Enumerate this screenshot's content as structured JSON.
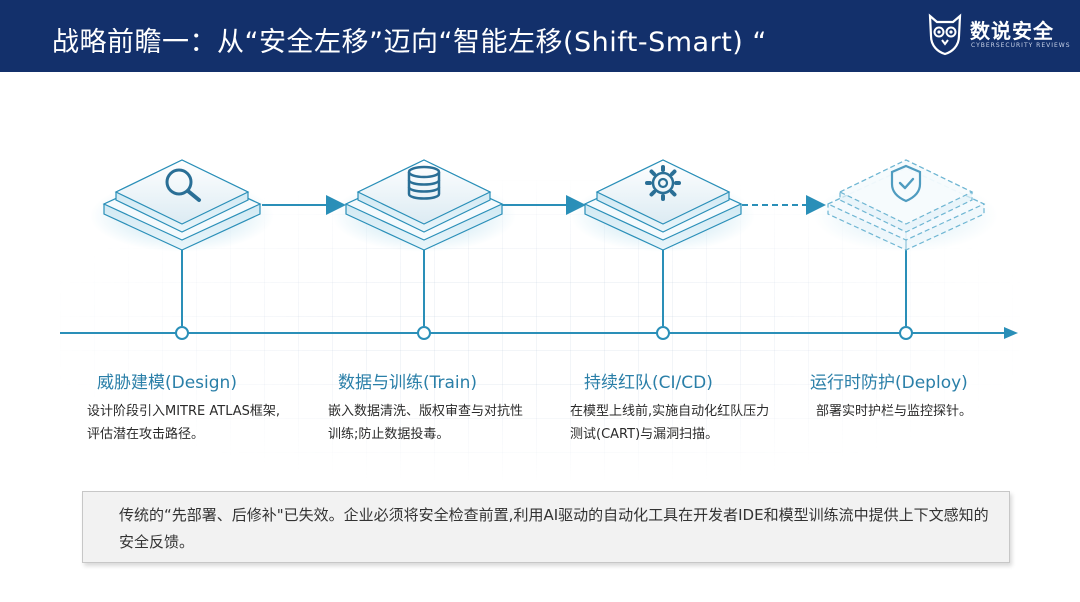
{
  "header": {
    "title": "战略前瞻一：从“安全左移”迈向“智能左移(Shift-Smart) “",
    "brand_name": "数说安全",
    "brand_sub": "CYBERSECURITY REVIEWS",
    "background": "#13306b"
  },
  "stages": [
    {
      "title": "威胁建模(Design)",
      "description": "设计阶段引入MITRE ATLAS框架,评估潜在攻击路径。",
      "icon": "search-icon"
    },
    {
      "title": "数据与训练(Train)",
      "description": "嵌入数据清洗、版权审查与对抗性训练;防止数据投毒。",
      "icon": "database-icon"
    },
    {
      "title": "持续红队(CI/CD)",
      "description": "在模型上线前,实施自动化红队压力测试(CART)与漏洞扫描。",
      "icon": "gear-icon"
    },
    {
      "title": "运行时防护(Deploy)",
      "description": "部署实时护栏与监控探针。",
      "icon": "shield-check-icon"
    }
  ],
  "note": {
    "text": "传统的“先部署、后修补\"已失效。企业必须将安全检查前置,利用AI驱动的自动化工具在开发者IDE和模型训练流中提供上下文感知的安全反馈。"
  },
  "colors": {
    "accent": "#2a8fb8",
    "title_text": "#2a7fa8",
    "note_background": "#f2f2f2"
  }
}
